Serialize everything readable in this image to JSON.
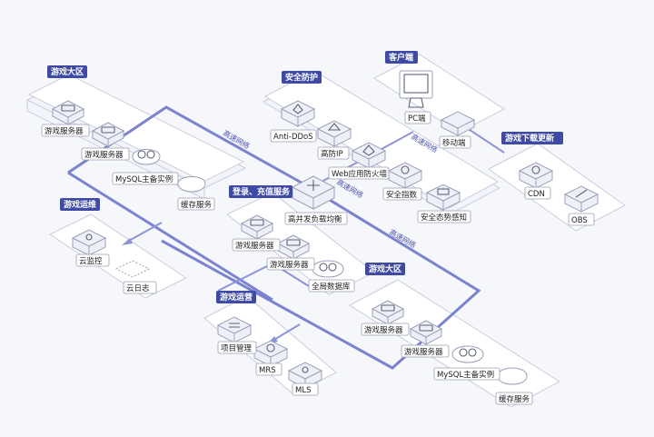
{
  "zones": {
    "lobby_top": "游戏大区",
    "security": "安全防护",
    "client": "客户端",
    "download": "游戏下载更新",
    "ops_maint": "游戏运维",
    "login": "登录、充值服务",
    "lobby_bottom": "游戏大区",
    "ops_run": "游戏运营"
  },
  "network_labels": {
    "n1": "高速网络",
    "n2": "高速网络",
    "n3": "高速网络",
    "n4": "高速网络"
  },
  "nodes": {
    "lobby_top_server1": "游戏服务器",
    "lobby_top_server2": "游戏服务器",
    "lobby_top_mysql": "MySQL主备实例",
    "lobby_top_cache": "缓存服务",
    "anti_ddos": "Anti-DDoS",
    "high_defense_ip": "高防IP",
    "waf": "Web应用防火墙",
    "security_index": "安全指数",
    "situation_awareness": "安全态势感知",
    "pc_client": "PC端",
    "mobile_client": "移动端",
    "cdn": "CDN",
    "obs": "OBS",
    "cloud_monitor": "云监控",
    "cloud_log": "云日志",
    "elb": "高并发负载均衡",
    "login_server1": "游戏服务器",
    "login_server2": "游戏服务器",
    "global_db": "全局数据库",
    "lobby_bottom_server1": "游戏服务器",
    "lobby_bottom_server2": "游戏服务器",
    "lobby_bottom_mysql": "MySQL主备实例",
    "lobby_bottom_cache": "缓存服务",
    "project_mgmt": "项目管理",
    "mrs": "MRS",
    "mls": "MLS"
  },
  "colors": {
    "accent": "#3e4aa3",
    "link": "#7b83cf"
  }
}
